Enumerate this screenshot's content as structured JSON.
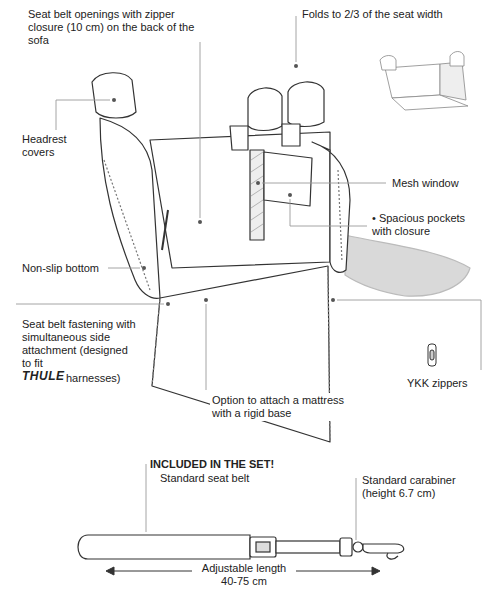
{
  "diagram": {
    "labels": [
      "Seat belt openings with zipper closure (10 cm) on the back of the sofa",
      "Folds to 2/3 of the seat width",
      "Headrest covers",
      "Mesh window",
      "• Spacious pockets with closure",
      "Non-slip bottom",
      "Seat belt fastening with simultaneous side attachment (designed to fit",
      "THULE",
      "harnesses)",
      "YKK zippers",
      "Option to attach a mattress with a rigid base",
      "INCLUDED IN THE SET!",
      "Standard seat belt",
      "Standard carabiner (height 6.7 cm)",
      "Adjustable length 40-75 cm"
    ]
  }
}
